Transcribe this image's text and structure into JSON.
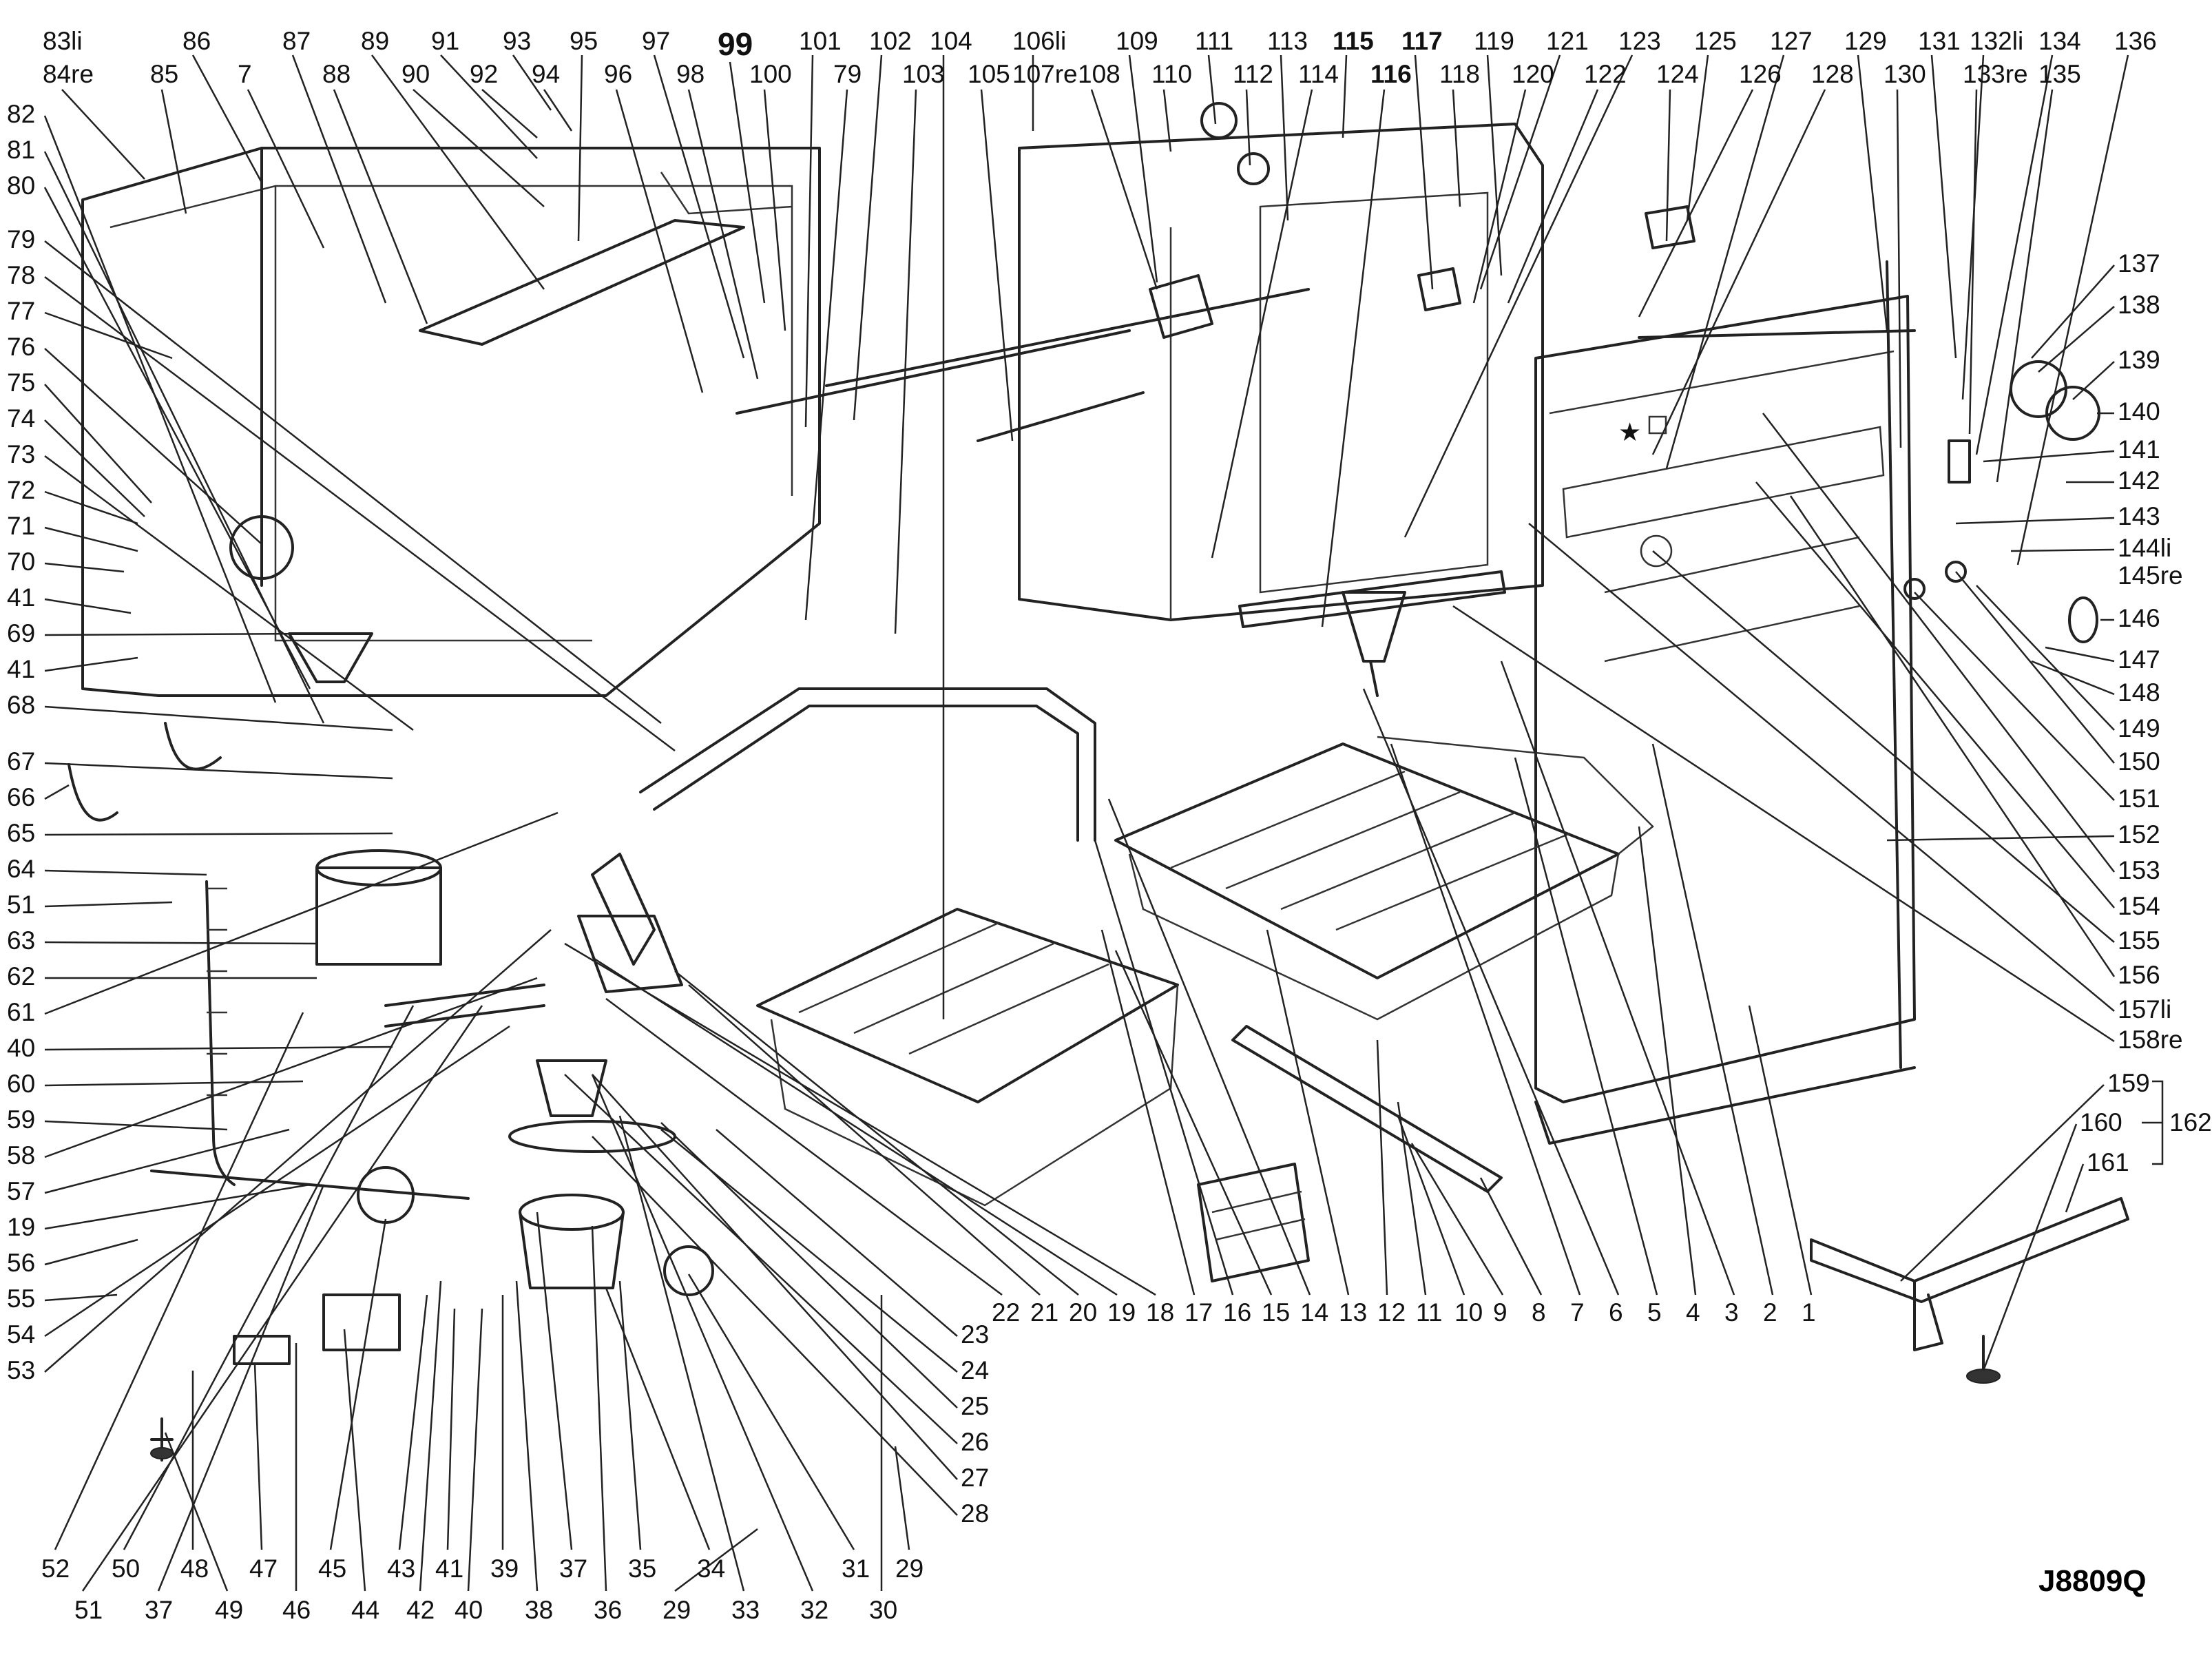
{
  "diagram_code": "J8809Q",
  "top_labels": [
    "83li",
    "84re",
    "86",
    "85",
    "7",
    "87",
    "88",
    "89",
    "90",
    "91",
    "92",
    "93",
    "94",
    "95",
    "96",
    "97",
    "99",
    "98",
    "101",
    "100",
    "102",
    "79",
    "103",
    "104",
    "105",
    "106li",
    "107re",
    "108",
    "109",
    "110",
    "111",
    "112",
    "113",
    "114",
    "115",
    "116",
    "117",
    "118",
    "119",
    "120",
    "121",
    "122",
    "123",
    "124",
    "125",
    "126",
    "127",
    "128",
    "129",
    "130",
    "131",
    "132li",
    "133re",
    "134",
    "135",
    "136"
  ],
  "left_labels": [
    "82",
    "81",
    "80",
    "79",
    "78",
    "77",
    "76",
    "75",
    "74",
    "73",
    "72",
    "71",
    "70",
    "41",
    "69",
    "41",
    "68",
    "67",
    "66",
    "65",
    "64",
    "51",
    "63",
    "62",
    "61",
    "40",
    "60",
    "59",
    "58",
    "57",
    "19",
    "56",
    "55",
    "54",
    "53"
  ],
  "right_labels": [
    "137",
    "138",
    "139",
    "140",
    "141",
    "142",
    "143",
    "144li",
    "145re",
    "146",
    "147",
    "148",
    "149",
    "150",
    "151",
    "152",
    "153",
    "154",
    "155",
    "156",
    "157li",
    "158re"
  ],
  "bottom_labels": [
    "52",
    "51",
    "50",
    "37",
    "48",
    "49",
    "47",
    "46",
    "45",
    "44",
    "43",
    "42",
    "41",
    "40",
    "39",
    "38",
    "37",
    "36",
    "35",
    "29",
    "34",
    "33",
    "32",
    "31",
    "30",
    "29",
    "28",
    "27",
    "26",
    "25",
    "24",
    "23",
    "22",
    "21",
    "20",
    "19",
    "18",
    "17",
    "16",
    "15",
    "14",
    "13",
    "12",
    "11",
    "10",
    "9",
    "8",
    "7",
    "6",
    "5",
    "4",
    "3",
    "2",
    "1"
  ],
  "foot_labels": [
    "159",
    "160",
    "161",
    "162"
  ]
}
